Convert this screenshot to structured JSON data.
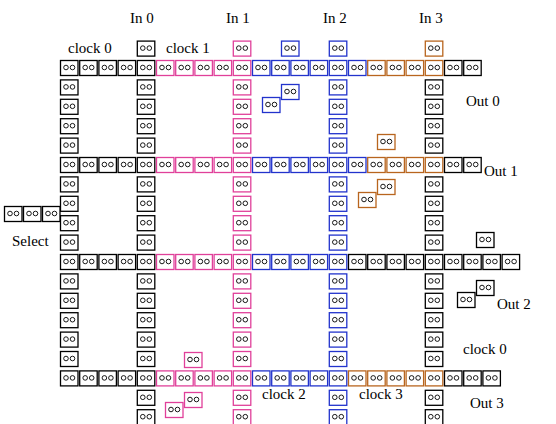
{
  "diagram": {
    "labels": [
      "In 0",
      "In 1",
      "In 2",
      "In 3",
      "clock 0",
      "clock 1",
      "Out 0",
      "Out 1",
      "Select",
      "Out 2",
      "clock 0",
      "clock 2",
      "clock 3",
      "Out 3"
    ]
  }
}
